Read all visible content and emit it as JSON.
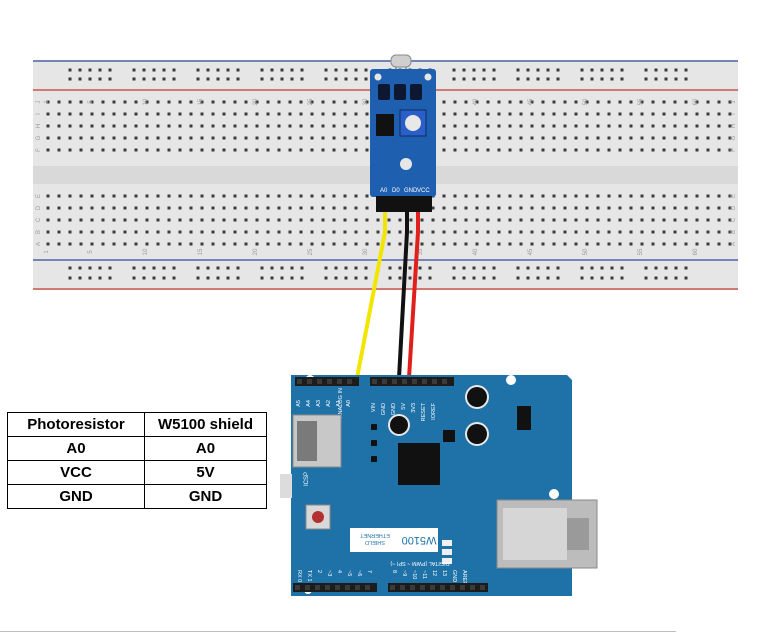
{
  "breadboard": {
    "column_numbers": [
      "1",
      "5",
      "10",
      "15",
      "20",
      "25",
      "30",
      "35",
      "40",
      "45",
      "50",
      "55",
      "60"
    ],
    "row_letters_top": [
      "J",
      "I",
      "H",
      "G",
      "F"
    ],
    "row_letters_bottom": [
      "E",
      "D",
      "C",
      "B",
      "A"
    ],
    "colors": {
      "board": "#e6e6e6",
      "rail_red": "#c0392b",
      "rail_blue": "#2c4a9c",
      "hole": "#3a3a3a"
    }
  },
  "sensor_module": {
    "pin_labels": [
      "A0",
      "D0",
      "GND",
      "VCC"
    ],
    "colors": {
      "pcb": "#1f5fb0"
    }
  },
  "wires": [
    {
      "signal": "A0",
      "color": "#f2e600"
    },
    {
      "signal": "GND",
      "color": "#111111"
    },
    {
      "signal": "VCC",
      "color": "#e0201c"
    }
  ],
  "shield": {
    "chip_label": "W5100",
    "subtitle_1": "ETHERNET",
    "subtitle_2": "SHIELD",
    "analog_header_label": "ANALOG IN",
    "analog_pins": [
      "A5",
      "A4",
      "A3",
      "A2",
      "A1",
      "A0"
    ],
    "power_pins": [
      "VIN",
      "GND",
      "GND",
      "5V",
      "3V3",
      "RESET",
      "IOREF"
    ],
    "digital_header_label": "DIGITAL (PWM ~ SPI ~)",
    "digital_pins": [
      "RX 0",
      "TX 1",
      "2",
      "~3",
      "4",
      "~5",
      "~6",
      "7",
      "8",
      "~9",
      "~10",
      "~11",
      "12",
      "13",
      "GND",
      "AREF"
    ],
    "icsp_label": "ICSP",
    "colors": {
      "pcb": "#1f72a8",
      "header": "#1c1c1c"
    }
  },
  "table": {
    "headers": [
      "Photoresistor",
      "W5100 shield"
    ],
    "rows": [
      [
        "A0",
        "A0"
      ],
      [
        "VCC",
        "5V"
      ],
      [
        "GND",
        "GND"
      ]
    ]
  }
}
